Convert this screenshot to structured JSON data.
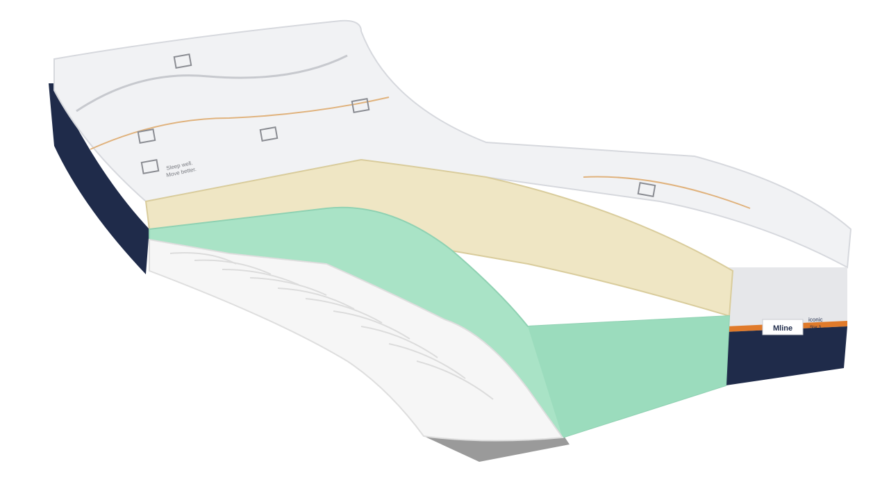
{
  "product": {
    "brand": "Mline",
    "model_line1": "iconic",
    "model_line2": "Star 3",
    "tagline_line1": "Sleep well.",
    "tagline_line2": "Move better."
  },
  "colors": {
    "background": "#ffffff",
    "cover": "#f1f2f4",
    "cover_shadow": "#d9dbe0",
    "latex": "#efe6c4",
    "latex_dark": "#d9cc9c",
    "green_foam": "#a9e3c6",
    "green_foam_dark": "#8fd1b2",
    "white_foam": "#f6f6f6",
    "border_navy": "#1f2b4a",
    "accent_orange": "#e07a2a",
    "floor_shadow": "#9a9a9a"
  }
}
